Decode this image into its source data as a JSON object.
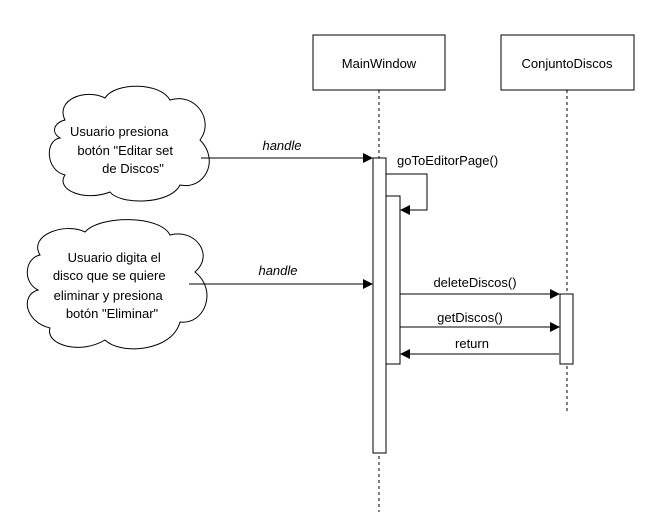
{
  "participants": {
    "main_window": "MainWindow",
    "conjunto_discos": "ConjuntoDiscos"
  },
  "actors": {
    "cloud1": [
      "Usuario presiona",
      "botón \"Editar set",
      "de Discos\""
    ],
    "cloud2": [
      "Usuario digita el",
      "disco que se quiere",
      "eliminar y presiona",
      "botón \"Eliminar\""
    ]
  },
  "messages": {
    "handle_1": "handle",
    "go_to_editor": "goToEditorPage()",
    "handle_2": "handle",
    "delete_discos": "deleteDiscos()",
    "get_discos": "getDiscos()",
    "return": "return"
  }
}
